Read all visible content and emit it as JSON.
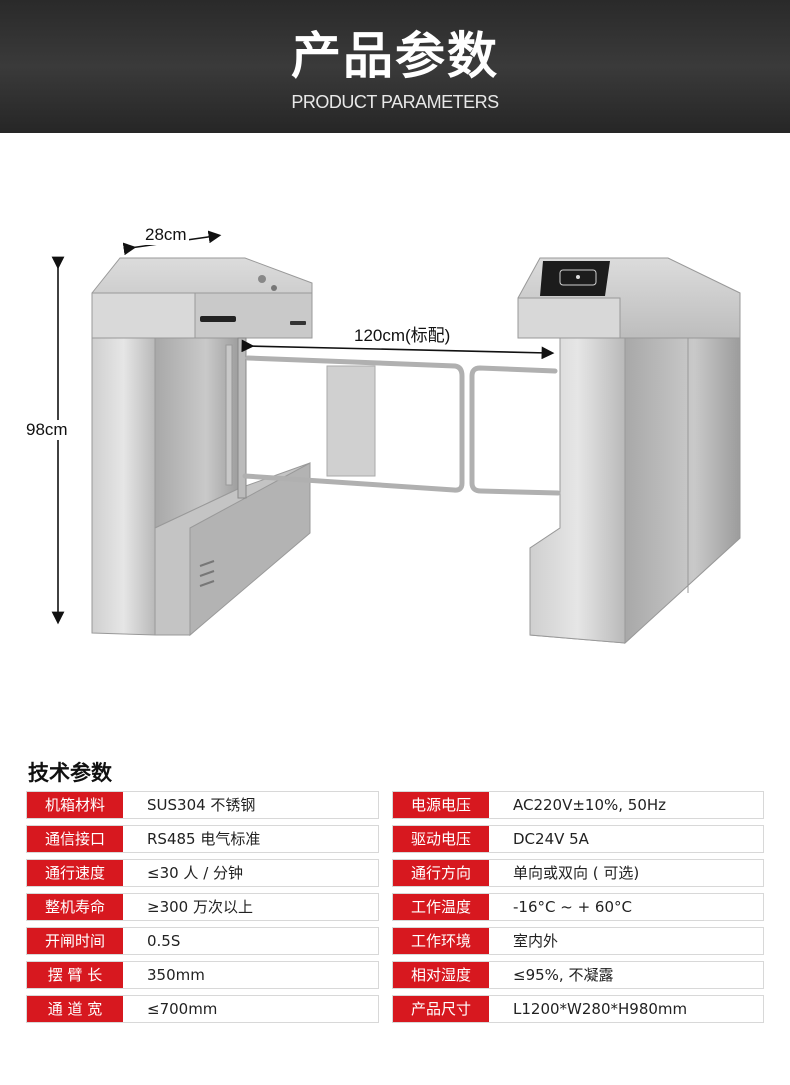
{
  "header": {
    "title": "产品参数",
    "subtitle": "PRODUCT PARAMETERS"
  },
  "dimensions": {
    "width": "28cm",
    "height": "98cm",
    "passage": "120cm(标配)"
  },
  "colors": {
    "header_bg": "#2e2e2e",
    "accent_red": "#d7181f"
  },
  "specs": {
    "title": "技术参数",
    "rows": [
      {
        "left_key": "机箱材料",
        "left_val": "SUS304 不锈钢",
        "right_key": "电源电压",
        "right_val": "AC220V±10%, 50Hz"
      },
      {
        "left_key": "通信接口",
        "left_val": "RS485 电气标准",
        "right_key": "驱动电压",
        "right_val": "DC24V  5A"
      },
      {
        "left_key": "通行速度",
        "left_val": "≤30 人 / 分钟",
        "right_key": "通行方向",
        "right_val": "单向或双向 ( 可选)"
      },
      {
        "left_key": "整机寿命",
        "left_val": "≥300 万次以上",
        "right_key": "工作温度",
        "right_val": "-16°C  ~ + 60°C"
      },
      {
        "left_key": "开闸时间",
        "left_val": "0.5S",
        "right_key": "工作环境",
        "right_val": "室内外"
      },
      {
        "left_key": "摆 臂 长",
        "left_val": "350mm",
        "right_key": "相对湿度",
        "right_val": "≤95%, 不凝露"
      },
      {
        "left_key": "通 道 宽",
        "left_val": "≤700mm",
        "right_key": "产品尺寸",
        "right_val": "L1200*W280*H980mm"
      }
    ]
  }
}
